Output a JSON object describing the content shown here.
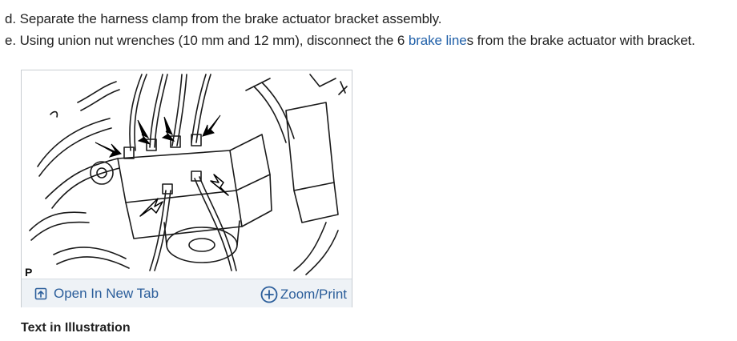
{
  "steps": [
    {
      "text": "d. Separate the harness clamp from the brake actuator bracket assembly."
    },
    {
      "before": "e. Using union nut wrenches (10 mm and 12 mm), disconnect the 6 ",
      "link": "brake line",
      "after": "s from the brake actuator with bracket."
    }
  ],
  "figure": {
    "code": "P",
    "open_tab_label": "Open In New Tab",
    "zoom_label": "Zoom/Print"
  },
  "section_title": "Text in Illustration",
  "colors": {
    "link": "#1f5fa8",
    "toolbar_bg": "#eef2f6",
    "toolbar_text": "#2a5d9a"
  }
}
